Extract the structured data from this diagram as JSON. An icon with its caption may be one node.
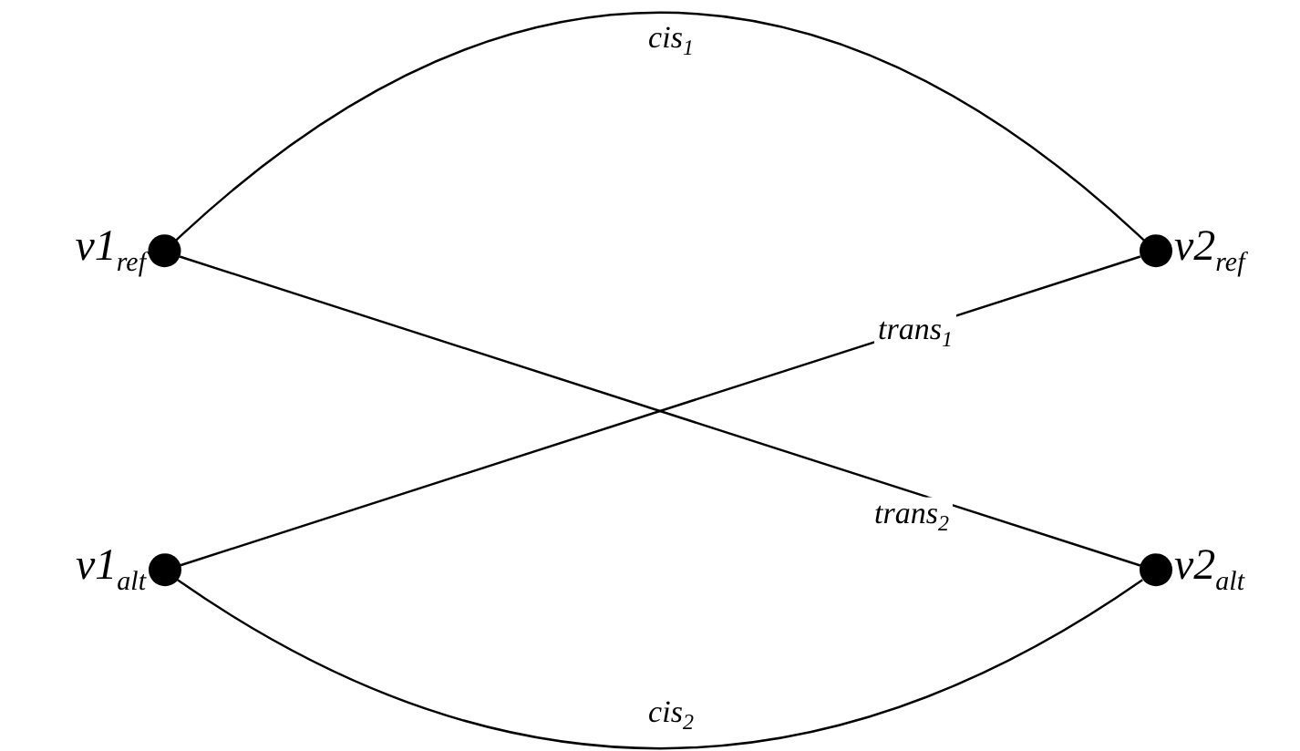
{
  "diagram": {
    "nodes": [
      {
        "text": [
          "v1$_{ref}$"
        ]
      },
      {
        "text": [
          "v2$_{ref}$"
        ]
      },
      {
        "text": [
          "v1$_{alt}$"
        ]
      },
      {
        "text": [
          "v2$_{alt}$"
        ]
      }
    ],
    "edges": [
      {
        "from": 0,
        "to": 1,
        "arrow": "none",
        "label": "cis$_{1}$"
      },
      {
        "from": 2,
        "to": 1,
        "arrow": "none",
        "label": "trans$_{1}$"
      },
      {
        "from": 0,
        "to": 3,
        "arrow": "none",
        "label": "trans$_{2}$"
      },
      {
        "from": 2,
        "to": 3,
        "arrow": "none",
        "label": "cis$_{2}$"
      }
    ]
  }
}
